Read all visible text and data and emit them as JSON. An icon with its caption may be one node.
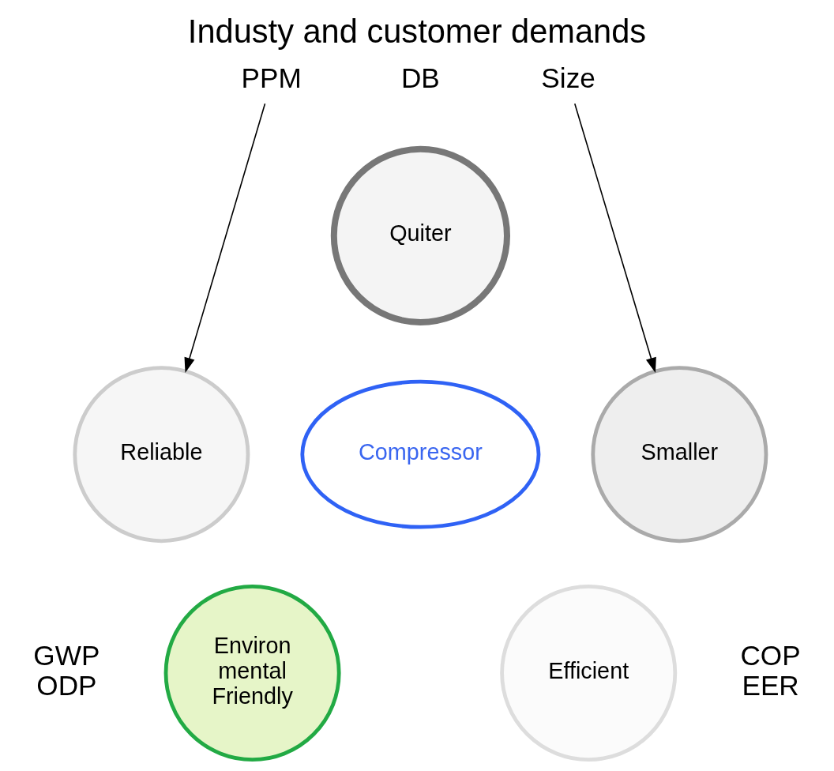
{
  "diagram": {
    "title": "Industy and customer demands",
    "nodes": [
      {
        "text": [
          "PPM"
        ]
      },
      {
        "text": [
          "Quiter"
        ],
        "beside": [
          "DB"
        ]
      },
      {
        "text": [
          "Size"
        ]
      },
      {
        "text": [
          "Reliable"
        ]
      },
      {
        "text": [
          "Smaller"
        ]
      },
      {
        "text": [
          "Compressor"
        ]
      },
      {
        "text": [
          "Environ mental Friendly"
        ],
        "beside": [
          "GWP ODP"
        ]
      },
      {
        "text": [
          "Efficient"
        ],
        "beside": [
          "COP EER"
        ]
      }
    ],
    "edges": [
      {
        "from": 0,
        "to": 3,
        "arrow": "to"
      },
      {
        "from": 2,
        "to": 4,
        "arrow": "to"
      }
    ]
  }
}
